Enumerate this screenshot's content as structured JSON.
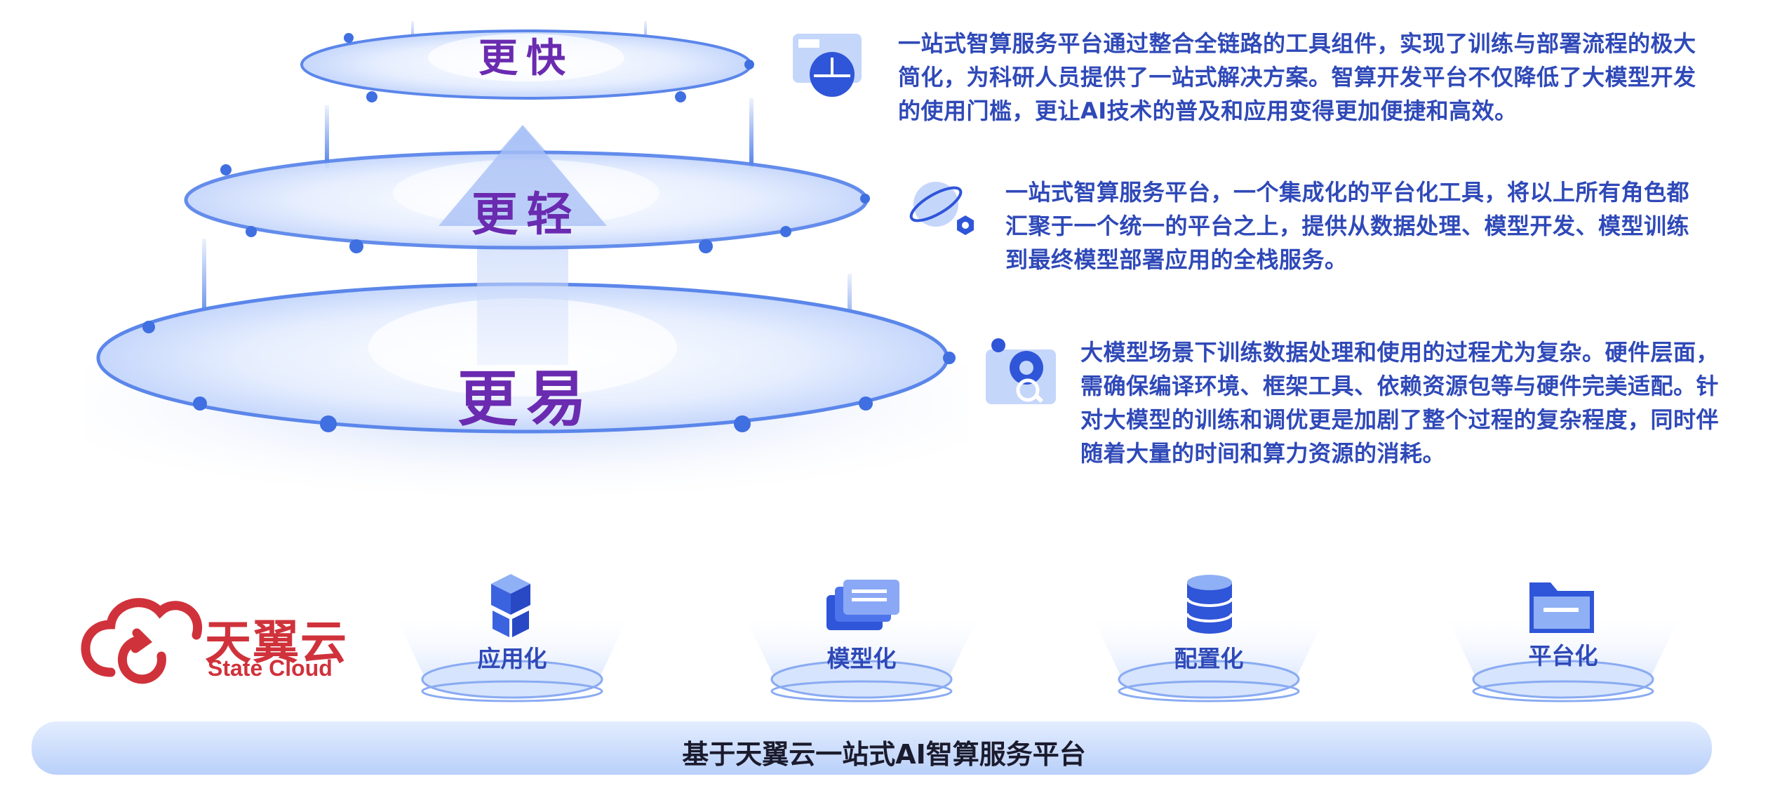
{
  "tiers": [
    {
      "label": "更快",
      "description_lines": [
        "一站式智算服务平台通过整合全链路的工具组件，实现了训练与部署流程的极大",
        "简化，为科研人员提供了一站式解决方案。智算开发平台不仅降低了大模型开发",
        "的使用门槛，更让AI技术的普及和应用变得更加便捷和高效。"
      ],
      "icon": "dashboard-speed-icon"
    },
    {
      "label": "更轻",
      "description_lines": [
        "一站式智算服务平台，一个集成化的平台化工具，将以上所有角色都",
        "汇聚于一个统一的平台之上，提供从数据处理、模型开发、模型训练",
        "到最终模型部署应用的全栈服务。"
      ],
      "icon": "orbit-hexagon-icon"
    },
    {
      "label": "更易",
      "description_lines": [
        "大模型场景下训练数据处理和使用的过程尤为复杂。硬件层面，",
        "需确保编译环境、框架工具、依赖资源包等与硬件完美适配。针",
        "对大模型的训练和调优更是加剧了整个过程的复杂程度，同时伴",
        "随着大量的时间和算力资源的消耗。"
      ],
      "icon": "gears-search-icon"
    }
  ],
  "capabilities": [
    {
      "label": "应用化",
      "icon": "cubes-icon"
    },
    {
      "label": "模型化",
      "icon": "server-stack-icon"
    },
    {
      "label": "配置化",
      "icon": "database-icon"
    },
    {
      "label": "平台化",
      "icon": "folder-icon"
    }
  ],
  "logo": {
    "name_cn": "天翼云",
    "name_en": "State Cloud",
    "color": "#d0323b",
    "icon": "cloud-refresh-icon"
  },
  "base_label": "基于天翼云一站式AI智算服务平台",
  "colors": {
    "accent": "#2f49b8",
    "tier_text": "#6a2bb0",
    "disk_fill": "#dde8fd",
    "disk_edge": "#4f7fe8"
  }
}
